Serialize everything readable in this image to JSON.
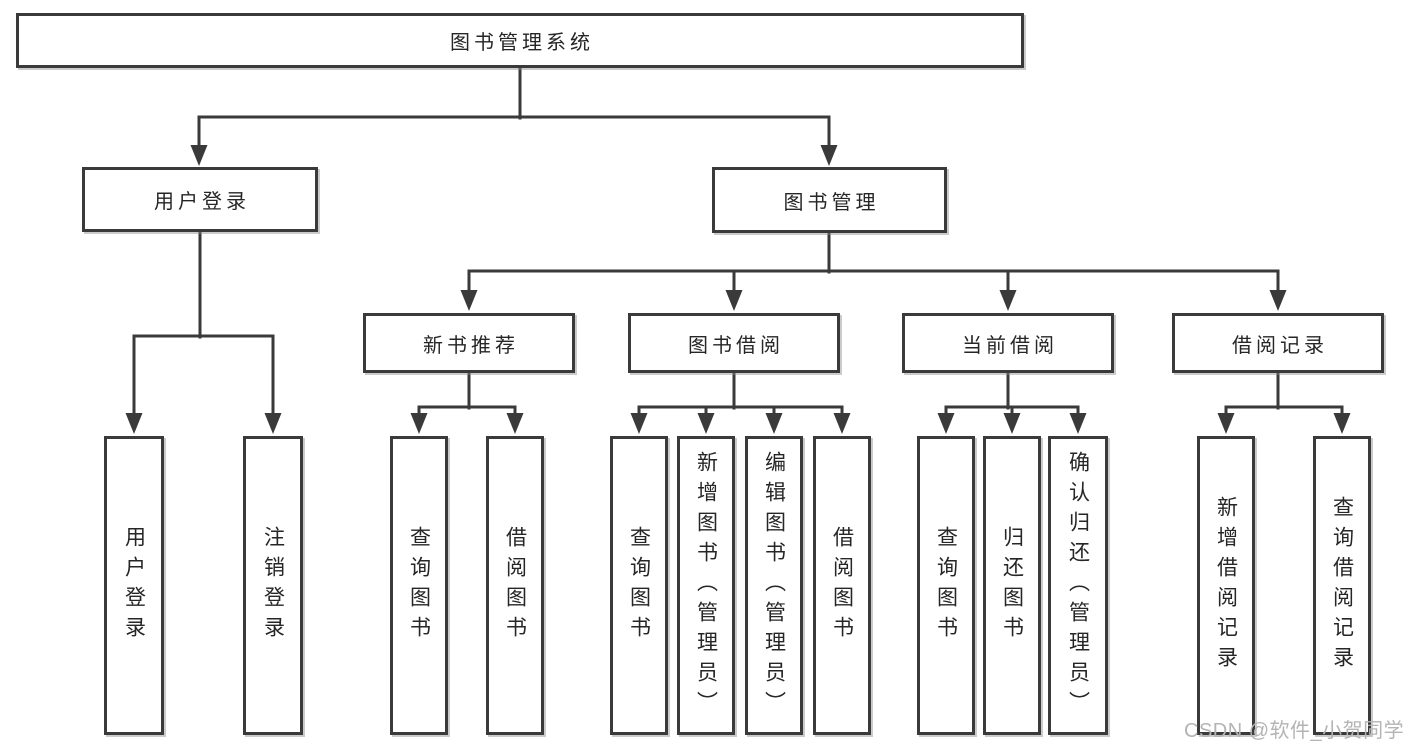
{
  "colors": {
    "line": "#3a3a3a",
    "text": "#262626",
    "watermark": "#b4b4b4",
    "background": "#ffffff"
  },
  "watermark": {
    "text": "CSDN @软件_小贺同学"
  },
  "diagram": {
    "root": {
      "label": "图书管理系统"
    },
    "branches": [
      {
        "label": "用户登录",
        "children": [
          {
            "label": "用户登录"
          },
          {
            "label": "注销登录"
          }
        ]
      },
      {
        "label": "图书管理",
        "children": [
          {
            "label": "新书推荐",
            "children": [
              {
                "label": "查询图书"
              },
              {
                "label": "借阅图书"
              }
            ]
          },
          {
            "label": "图书借阅",
            "children": [
              {
                "label": "查询图书"
              },
              {
                "label": "新增图书（管理员）"
              },
              {
                "label": "编辑图书（管理员）"
              },
              {
                "label": "借阅图书"
              }
            ]
          },
          {
            "label": "当前借阅",
            "children": [
              {
                "label": "查询图书"
              },
              {
                "label": "归还图书"
              },
              {
                "label": "确认归还（管理员）"
              }
            ]
          },
          {
            "label": "借阅记录",
            "children": [
              {
                "label": "新增借阅记录"
              },
              {
                "label": "查询借阅记录"
              }
            ]
          }
        ]
      }
    ]
  }
}
